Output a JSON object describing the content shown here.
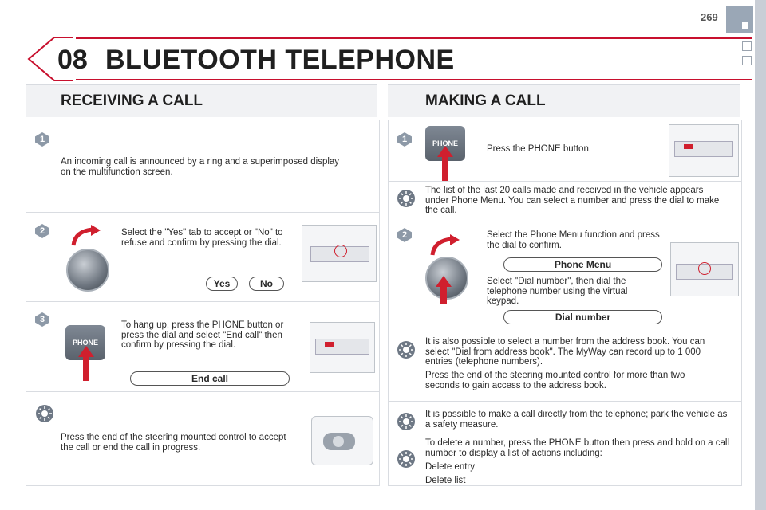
{
  "page_number": "269",
  "chapter_number": "08",
  "chapter_title": "BLUETOOTH TELEPHONE",
  "colors": {
    "accent": "#c8102e",
    "tab": "#9aa7b6",
    "badge": "#8d99a7",
    "arrow": "#d01f2e"
  },
  "receiving": {
    "title": "RECEIVING A CALL",
    "step1_badge": "1",
    "step1_text": "An incoming call is announced by a ring and a superimposed display on the multifunction screen.",
    "step2_badge": "2",
    "step2_text": "Select the \"Yes\" tab to accept or \"No\" to refuse and confirm by pressing the dial.",
    "yes_label": "Yes",
    "no_label": "No",
    "step3_badge": "3",
    "step3_text": "To hang up, press the PHONE button or press the dial and select \"End call\" then confirm by pressing the dial.",
    "phone_label": "PHONE",
    "end_call_label": "End call",
    "tip_text": "Press the end of the steering mounted control to accept the call or end the call in progress."
  },
  "making": {
    "title": "MAKING A CALL",
    "step1_badge": "1",
    "phone_label": "PHONE",
    "step1_text": "Press the PHONE button.",
    "tip1_text": "The list of the last 20 calls made and received in the vehicle appears under Phone Menu. You can select a number and press the dial to make the call.",
    "step2_badge": "2",
    "step2_text": "Select the Phone Menu function and press the dial to confirm.",
    "phone_menu_label": "Phone Menu",
    "step2b_text": "Select \"Dial number\", then dial the telephone number using the virtual keypad.",
    "dial_number_label": "Dial number",
    "tip2_text_a": "It is also possible to select a number from the address book. You can select \"Dial from address book\". The MyWay can record up to 1 000 entries (telephone numbers).",
    "tip2_text_b": "Press the end of the steering mounted control for more than two seconds to gain access to the address book.",
    "tip3_text": "It is possible to make a call directly from the telephone; park the vehicle as a safety measure.",
    "tip4_text": "To delete a number, press the PHONE button then press and hold on a call number to display a list of actions including:",
    "tip4_item1": "Delete entry",
    "tip4_item2": "Delete list"
  }
}
